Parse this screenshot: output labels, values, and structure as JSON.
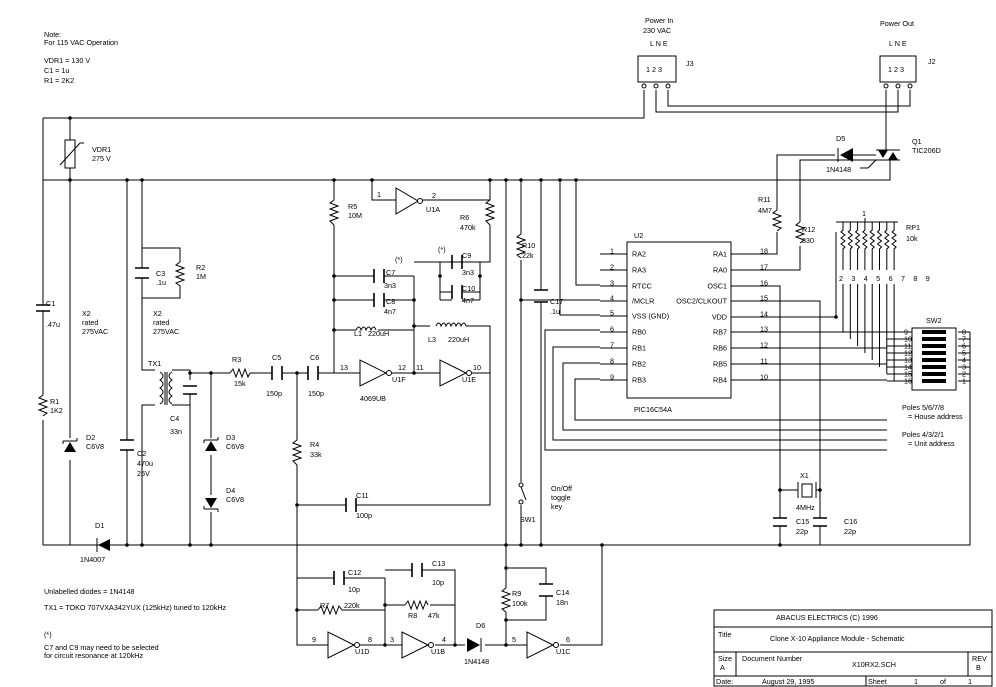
{
  "notes": {
    "title": "Note:",
    "line1": "For 115 VAC Operation",
    "vdr": "VDR1 = 130 V",
    "c1": "C1 = 1u",
    "r1": "R1 = 2K2",
    "diodes": "Unlabelled diodes = 1N4148",
    "tx": "TX1 = TOKO 707VXA342YUX (125kHz) tuned to 120kHz",
    "ast": "(*)",
    "c7c9a": "C7 and C9 may need to be selected",
    "c7c9b": "for circuit resonance at 120kHz"
  },
  "connectors": {
    "j3_title1": "Power In",
    "j3_title2": "230 VAC",
    "j3_pins": "L N E",
    "j3_nums": "1 2 3",
    "j3_ref": "J3",
    "j2_title": "Power Out",
    "j2_pins": "L N E",
    "j2_nums": "1 2 3",
    "j2_ref": "J2"
  },
  "parts": {
    "vdr1": "VDR1",
    "vdr1_v": "275 V",
    "c1": "C1",
    "c1_v": ".47u",
    "x2a": "X2",
    "x2a_r": "rated",
    "x2a_v": "275VAC",
    "r1": "R1",
    "r1_v": "1K2",
    "d2": "D2",
    "d2_v": "C6V8",
    "d1": "D1",
    "d1_v": "1N4007",
    "c3": "C3",
    "c3_v": ".1u",
    "r2": "R2",
    "r2_v": "1M",
    "x2b": "X2",
    "x2b_r": "rated",
    "x2b_v": "275VAC",
    "c2": "C2",
    "c2_v": "470u",
    "c2_v2": "25V",
    "tx1": "TX1",
    "c4": "C4",
    "c4_v": "33n",
    "r3": "R3",
    "r3_v": "15k",
    "c5": "C5",
    "c5_v": "150p",
    "c6": "C6",
    "c6_v": "150p",
    "d3": "D3",
    "d3_v": "C6V8",
    "d4": "D4",
    "d4_v": "C6V8",
    "r4": "R4",
    "r4_v": "33k",
    "r5": "R5",
    "r5_v": "10M",
    "r6": "R6",
    "r6_v": "470k",
    "u1a": "U1A",
    "u1a_p1": "1",
    "u1a_p2": "2",
    "c7": "C7",
    "c7_v": "3n3",
    "c7_s": "(*)",
    "c9": "C9",
    "c9_v": "3n3",
    "c9_s": "(*)",
    "c8": "C8",
    "c8_v": "4n7",
    "c10": "C10",
    "c10_v": "4n7",
    "l1": "L1",
    "l1_v": "220uH",
    "l3": "L3",
    "l3_v": "220uH",
    "u1f": "U1F",
    "u1f_p1": "13",
    "u1f_p2": "12",
    "u1f_t": "4069UB",
    "u1e": "U1E",
    "u1e_p1": "11",
    "u1e_p2": "10",
    "c11": "C11",
    "c11_v": "100p",
    "r10": "R10",
    "r10_v": "22k",
    "c17": "C17",
    "c17_v": ".1u",
    "sw1": "SW1",
    "sw1_t1": "On/Off",
    "sw1_t2": "toggle",
    "sw1_t3": "key",
    "d5": "D5",
    "d5_v": "1N4148",
    "q1": "Q1",
    "q1_v": "TIC206D",
    "r11": "R11",
    "r11_v": "4M7",
    "r12": "R12",
    "r12_v": "330",
    "rp1": "RP1",
    "rp1_v": "10k",
    "rp1_p1": "1",
    "rp1_pins": "2 3 4 5 6 7 8 9",
    "u2": "U2",
    "u2_part": "PIC16C54A",
    "sw2": "SW2",
    "poles1": "Poles 5/6/7/8",
    "poles1b": "= House address",
    "poles2": "Poles 4/3/2/1",
    "poles2b": "= Unit address",
    "x1": "X1",
    "x1_v": "4MHz",
    "c15": "C15",
    "c15_v": "22p",
    "c16": "C16",
    "c16_v": "22p",
    "c12": "C12",
    "c12_v": "10p",
    "c13": "C13",
    "c13_v": "10p",
    "r7": "R7",
    "r7_v": "220k",
    "r8": "R8",
    "r8_v": "47k",
    "r9": "R9",
    "r9_v": "100k",
    "c14": "C14",
    "c14_v": "18n",
    "d6": "D6",
    "d6_v": "1N4148",
    "u1d": "U1D",
    "u1d_p1": "9",
    "u1d_p2": "8",
    "u1b": "U1B",
    "u1b_p1": "3",
    "u1b_p2": "4",
    "u1c": "U1C",
    "u1c_p1": "5",
    "u1c_p2": "6"
  },
  "pic": {
    "left": [
      {
        "pin": "1",
        "name": "RA2"
      },
      {
        "pin": "2",
        "name": "RA3"
      },
      {
        "pin": "3",
        "name": "RTCC"
      },
      {
        "pin": "4",
        "name": "/MCLR"
      },
      {
        "pin": "5",
        "name": "VSS (GND)"
      },
      {
        "pin": "6",
        "name": "RB0"
      },
      {
        "pin": "7",
        "name": "RB1"
      },
      {
        "pin": "8",
        "name": "RB2"
      },
      {
        "pin": "9",
        "name": "RB3"
      }
    ],
    "right": [
      {
        "pin": "18",
        "name": "RA1"
      },
      {
        "pin": "17",
        "name": "RA0"
      },
      {
        "pin": "16",
        "name": "OSC1"
      },
      {
        "pin": "15",
        "name": "OSC2/CLKOUT"
      },
      {
        "pin": "14",
        "name": "VDD"
      },
      {
        "pin": "13",
        "name": "RB7"
      },
      {
        "pin": "12",
        "name": "RB6"
      },
      {
        "pin": "11",
        "name": "RB5"
      },
      {
        "pin": "10",
        "name": "RB4"
      }
    ]
  },
  "sw2_pins": {
    "left": [
      "9",
      "10",
      "11",
      "12",
      "13",
      "14",
      "15",
      "16"
    ],
    "right": [
      "8",
      "7",
      "6",
      "5",
      "4",
      "3",
      "2",
      "1"
    ]
  },
  "title_block": {
    "company": "ABACUS ELECTRICS (C) 1996",
    "title_label": "Title",
    "title": "Clone X-10 Appliance Module - Schematic",
    "size_label": "Size",
    "size": "A",
    "doc_label": "Document Number",
    "doc": "X10RX2.SCH",
    "rev_label": "REV",
    "rev": "B",
    "date_label": "Date:",
    "date": "August 29, 1995",
    "sheet_label": "Sheet",
    "sheet": "1",
    "of_label": "of",
    "of": "1"
  }
}
